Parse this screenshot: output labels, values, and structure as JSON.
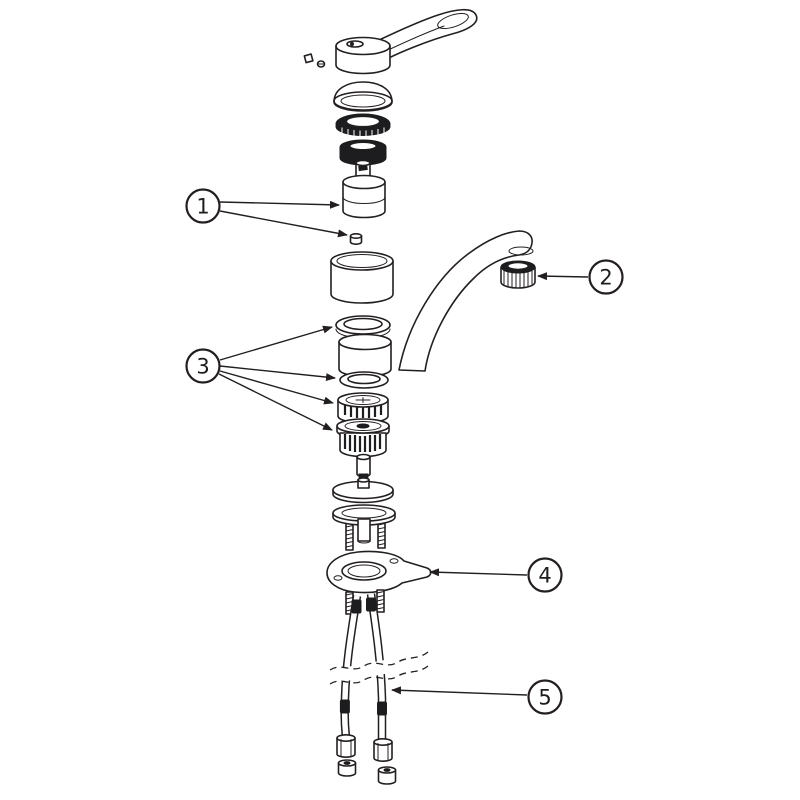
{
  "diagram": {
    "subject": "faucet-exploded-parts-diagram",
    "background": "#ffffff",
    "line_color": "#231f20",
    "dark_fill": "#1d1d20",
    "callouts": [
      {
        "label": "1"
      },
      {
        "label": "2"
      },
      {
        "label": "3"
      },
      {
        "label": "4"
      },
      {
        "label": "5"
      }
    ]
  }
}
